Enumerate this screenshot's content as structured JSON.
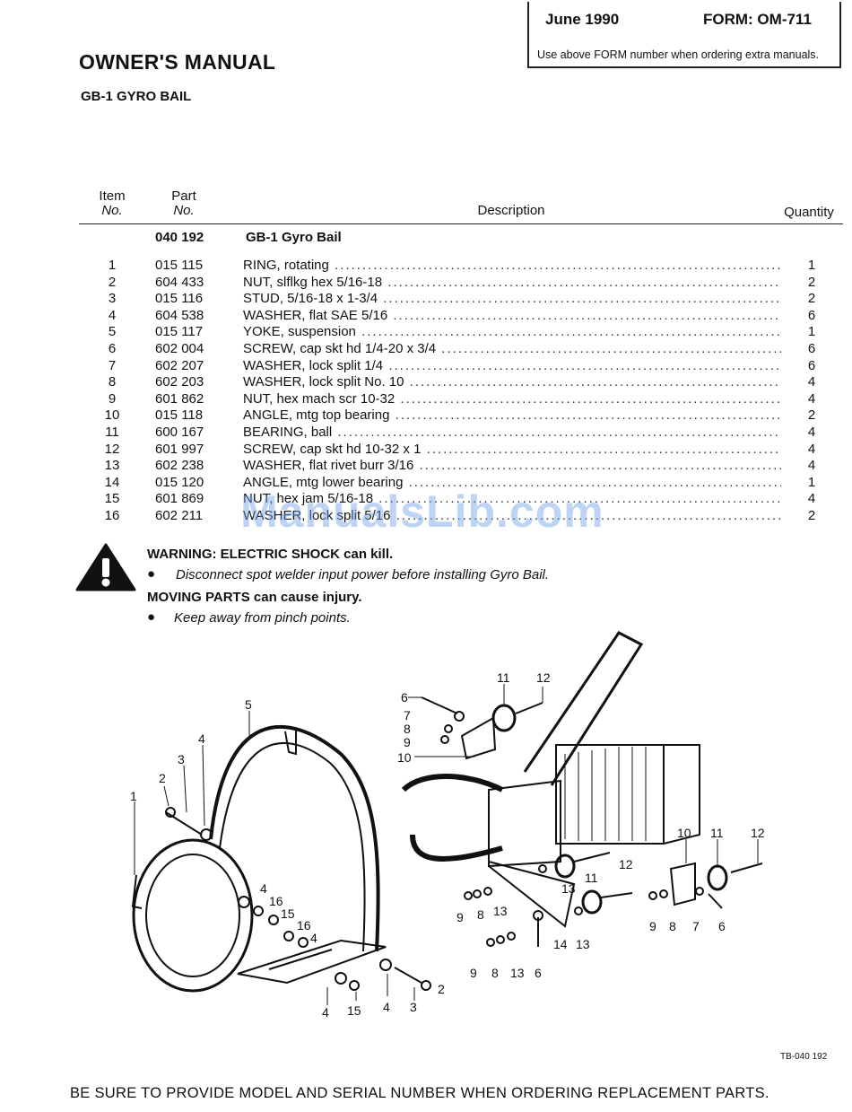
{
  "form_box": {
    "date": "June 1990",
    "form": "FORM: OM-711",
    "note": "Use above FORM number when ordering extra manuals."
  },
  "title": "OWNER'S MANUAL",
  "subtitle": "GB-1 GYRO BAIL",
  "table": {
    "headers": {
      "item_line1": "Item",
      "item_line2": "No.",
      "part_line1": "Part",
      "part_line2": "No.",
      "description": "Description",
      "quantity": "Quantity"
    },
    "kit": {
      "part": "040 192",
      "description": "GB-1 Gyro Bail"
    },
    "rows": [
      {
        "item": "1",
        "part": "015 115",
        "desc": "RING, rotating",
        "qty": "1"
      },
      {
        "item": "2",
        "part": "604 433",
        "desc": "NUT, slflkg hex 5/16-18",
        "qty": "2"
      },
      {
        "item": "3",
        "part": "015 116",
        "desc": "STUD, 5/16-18 x 1-3/4",
        "qty": "2"
      },
      {
        "item": "4",
        "part": "604 538",
        "desc": "WASHER, flat SAE 5/16",
        "qty": "6"
      },
      {
        "item": "5",
        "part": "015 117",
        "desc": "YOKE, suspension",
        "qty": "1"
      },
      {
        "item": "6",
        "part": "602 004",
        "desc": "SCREW, cap skt hd 1/4-20 x 3/4",
        "qty": "6"
      },
      {
        "item": "7",
        "part": "602 207",
        "desc": "WASHER, lock split 1/4",
        "qty": "6"
      },
      {
        "item": "8",
        "part": "602 203",
        "desc": "WASHER, lock split No. 10",
        "qty": "4"
      },
      {
        "item": "9",
        "part": "601 862",
        "desc": "NUT, hex mach scr 10-32",
        "qty": "4"
      },
      {
        "item": "10",
        "part": "015 118",
        "desc": "ANGLE, mtg top bearing",
        "qty": "2"
      },
      {
        "item": "11",
        "part": "600 167",
        "desc": "BEARING, ball",
        "qty": "4"
      },
      {
        "item": "12",
        "part": "601 997",
        "desc": "SCREW, cap skt hd 10-32 x 1",
        "qty": "4"
      },
      {
        "item": "13",
        "part": "602 238",
        "desc": "WASHER, flat rivet burr 3/16",
        "qty": "4"
      },
      {
        "item": "14",
        "part": "015 120",
        "desc": "ANGLE, mtg lower bearing",
        "qty": "1"
      },
      {
        "item": "15",
        "part": "601 869",
        "desc": "NUT, hex jam 5/16-18",
        "qty": "4"
      },
      {
        "item": "16",
        "part": "602 211",
        "desc": "WASHER, lock split 5/16",
        "qty": "2"
      }
    ]
  },
  "warning": {
    "heading1": "WARNING:  ELECTRIC SHOCK can kill.",
    "text1": "Disconnect spot welder input power before installing Gyro Bail.",
    "heading2": "MOVING PARTS can cause injury.",
    "text2": "Keep away from pinch points.",
    "bullet": "●"
  },
  "diagram_labels": {
    "l1": "1",
    "l2": "2",
    "l3": "3",
    "l4": "4",
    "l5": "5",
    "l6": "6",
    "l7": "7",
    "l8": "8",
    "l9": "9",
    "l10": "10",
    "l11": "11",
    "l12": "12",
    "l13": "13",
    "l14": "14",
    "l15": "15",
    "l16": "16"
  },
  "tb_code": "TB-040 192",
  "footer": "BE SURE TO PROVIDE MODEL AND SERIAL NUMBER WHEN ORDERING REPLACEMENT PARTS.",
  "watermark": "ManualsLib.com"
}
